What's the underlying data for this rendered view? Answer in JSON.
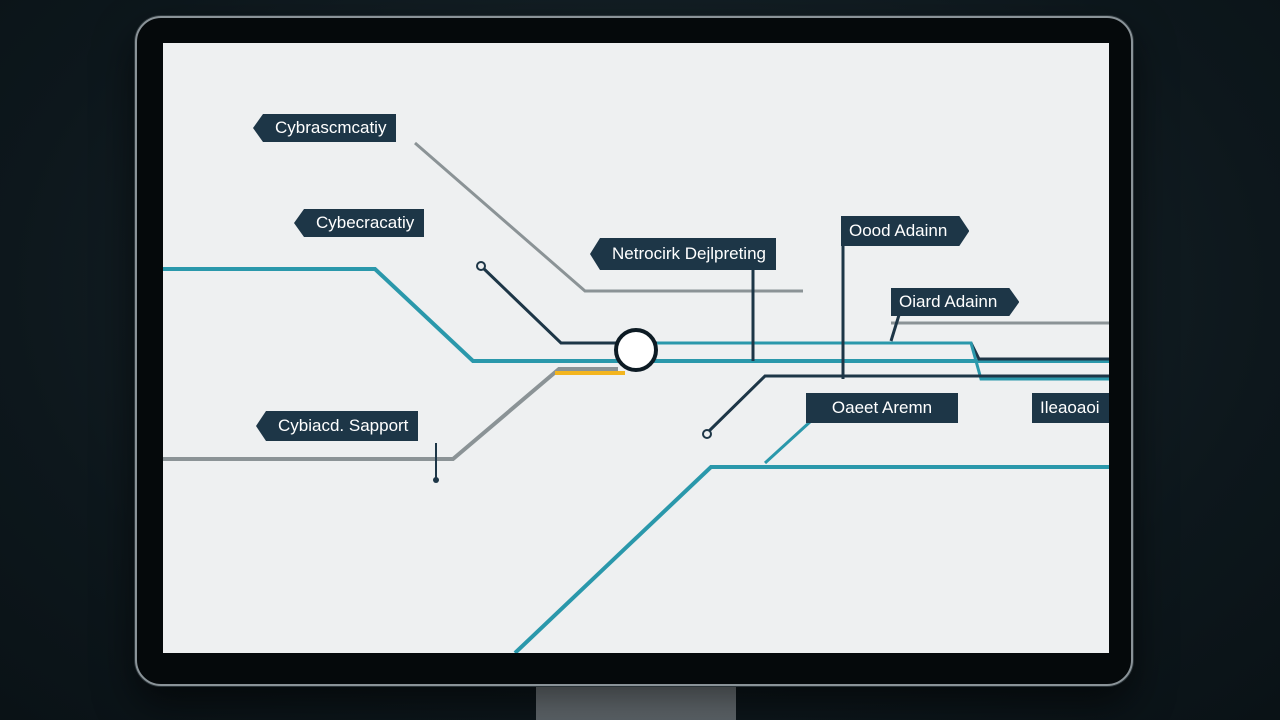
{
  "diagram": {
    "labels": {
      "tag1": "Cybrascmcatiy",
      "tag2": "Cybecracatiy",
      "tag3": "Netrocirk Dejlpreting",
      "tag4": "Oood Adainn",
      "tag5": "Oiard Adainn",
      "tag6": "Cybiacd. Sapport",
      "tag7": "Oaeet Aremn",
      "tag8": "Ileaoaoi"
    },
    "colors": {
      "teal": "#2a98ab",
      "navy": "#1d3647",
      "gray": "#8b9396",
      "yellow": "#f3b51f",
      "screen": "#eef0f1"
    }
  }
}
